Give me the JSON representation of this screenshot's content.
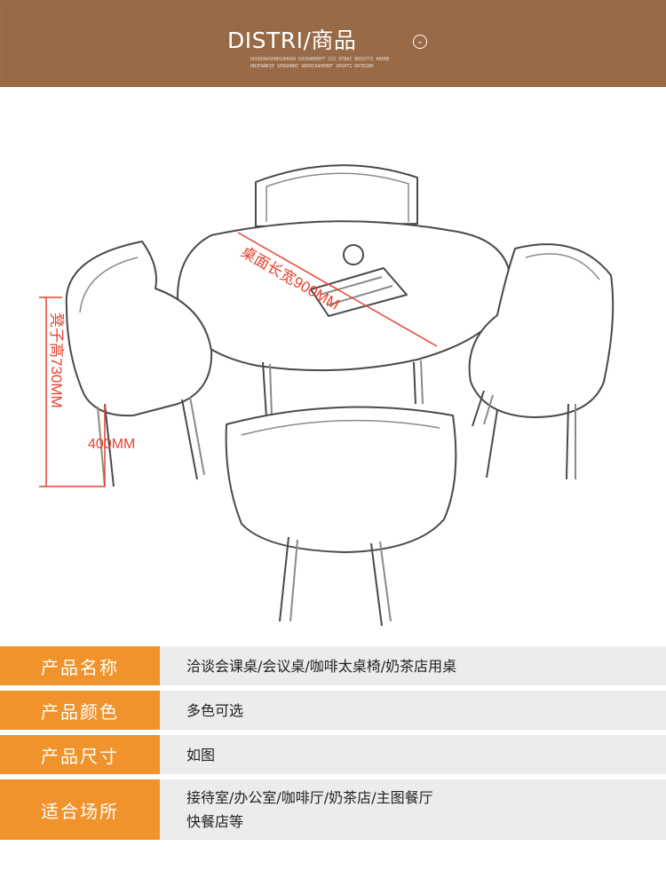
{
  "banner": {
    "title": "DISTRI/商品",
    "subtitle_line1": "DOSDDAASHADIAHHAA DOSDARREPT CSI DTBAI NOSSTTI ARENE",
    "subtitle_line2": "HNJPANKIE SENSHNNI UNSRIAAHENBT SHSHTI DKTRIBH",
    "icon": "chevron-circle-icon"
  },
  "dimensions": {
    "table_size": "桌面长宽900MM",
    "stool_height": "凳子高730MM",
    "seat_height": "400MM",
    "color": "#e8412f"
  },
  "specs": [
    {
      "label": "产品名称",
      "value_lines": [
        "洽谈会课桌/会议桌/咖啡太桌椅/奶茶店用桌"
      ]
    },
    {
      "label": "产品颜色",
      "value_lines": [
        "多色可选"
      ]
    },
    {
      "label": "产品尺寸",
      "value_lines": [
        "如图"
      ]
    },
    {
      "label": "适合场所",
      "value_lines": [
        "接待室/办公室/咖啡厅/奶茶店/主图餐厅",
        "快餐店等"
      ]
    }
  ],
  "colors": {
    "banner": "#9a6a45",
    "spec_head": "#f0932c",
    "spec_body": "#ececec"
  }
}
